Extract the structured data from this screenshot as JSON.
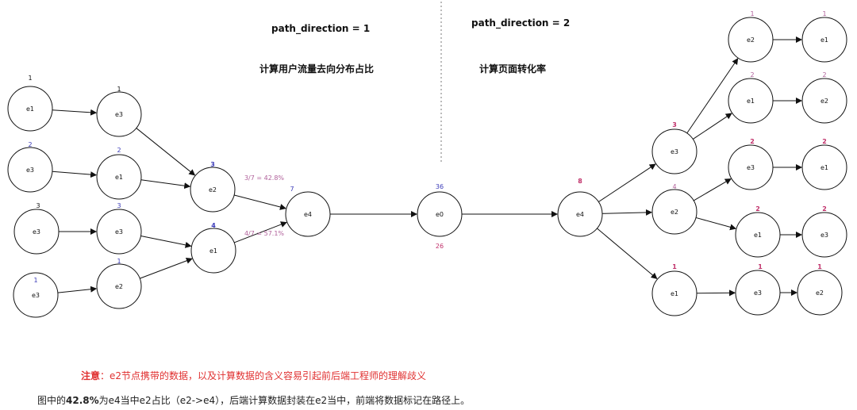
{
  "left_section": {
    "heading": "path_direction = 1",
    "subheading": "计算用户流量去向分布占比"
  },
  "right_section": {
    "heading": "path_direction = 2",
    "subheading": "计算页面转化率"
  },
  "colors": {
    "black": "#111111",
    "blue": "#3a3ab8",
    "pink": "#c0306a",
    "violet": "#b0609a",
    "note_red": "#e03030"
  },
  "nodes": [
    {
      "id": "L1_e1",
      "label": "e1",
      "count": "1",
      "count_color": "black"
    },
    {
      "id": "L1_e3a",
      "label": "e3",
      "count": "2",
      "count_color": "blue"
    },
    {
      "id": "L1_e3b",
      "label": "e3",
      "count": "3",
      "count_color": "black"
    },
    {
      "id": "L1_e3c",
      "label": "e3",
      "count": "1",
      "count_color": "blue"
    },
    {
      "id": "L2_e3a",
      "label": "e3",
      "count": "1",
      "count_color": "black"
    },
    {
      "id": "L2_e1",
      "label": "e1",
      "count": "2",
      "count_color": "blue"
    },
    {
      "id": "L2_e3b",
      "label": "e3",
      "count": "3",
      "count_color": "blue"
    },
    {
      "id": "L2_e2",
      "label": "e2",
      "count": "1",
      "count_color": "blue"
    },
    {
      "id": "L3_e2",
      "label": "e2",
      "count": "3",
      "count_color": "blue"
    },
    {
      "id": "L3_e1",
      "label": "e1",
      "count": "4",
      "count_color": "blue"
    },
    {
      "id": "L4_e4",
      "label": "e4",
      "count": "7",
      "count_color": "blue"
    },
    {
      "id": "C_e0",
      "label": "e0",
      "count": "36",
      "count_color": "blue",
      "count_below": "26"
    },
    {
      "id": "R1_e4",
      "label": "e4",
      "count": "8",
      "count_color": "pink"
    },
    {
      "id": "R2_e3",
      "label": "e3",
      "count": "3",
      "count_color": "pink"
    },
    {
      "id": "R2_e2",
      "label": "e2",
      "count": "4",
      "count_color": "violet"
    },
    {
      "id": "R2_e1",
      "label": "e1",
      "count": "1",
      "count_color": "pink"
    },
    {
      "id": "R3_e2",
      "label": "e2",
      "count": "1",
      "count_color": "violet"
    },
    {
      "id": "R3_e1",
      "label": "e1",
      "count": "2",
      "count_color": "violet"
    },
    {
      "id": "R3_e3",
      "label": "e3",
      "count": "2",
      "count_color": "pink"
    },
    {
      "id": "R3_e1b",
      "label": "e1",
      "count": "2",
      "count_color": "pink"
    },
    {
      "id": "R3_e3b",
      "label": "e3",
      "count": "1",
      "count_color": "pink"
    },
    {
      "id": "R4_e1",
      "label": "e1",
      "count": "1",
      "count_color": "violet"
    },
    {
      "id": "R4_e2",
      "label": "e2",
      "count": "2",
      "count_color": "violet"
    },
    {
      "id": "R4_e1b",
      "label": "e1",
      "count": "2",
      "count_color": "pink"
    },
    {
      "id": "R4_e3",
      "label": "e3",
      "count": "2",
      "count_color": "pink"
    },
    {
      "id": "R4_e2b",
      "label": "e2",
      "count": "1",
      "count_color": "pink"
    }
  ],
  "edges": [
    {
      "from": "L1_e1",
      "to": "L2_e3a"
    },
    {
      "from": "L1_e3a",
      "to": "L2_e1"
    },
    {
      "from": "L1_e3b",
      "to": "L2_e3b"
    },
    {
      "from": "L1_e3c",
      "to": "L2_e2"
    },
    {
      "from": "L2_e3a",
      "to": "L3_e2"
    },
    {
      "from": "L2_e1",
      "to": "L3_e2"
    },
    {
      "from": "L2_e3b",
      "to": "L3_e1"
    },
    {
      "from": "L2_e2",
      "to": "L3_e1"
    },
    {
      "from": "L3_e2",
      "to": "L4_e4",
      "label": "3/7 = 42.8%"
    },
    {
      "from": "L3_e1",
      "to": "L4_e4",
      "label": "4/7 = 57.1%"
    },
    {
      "from": "L4_e4",
      "to": "C_e0"
    },
    {
      "from": "C_e0",
      "to": "R1_e4"
    },
    {
      "from": "R1_e4",
      "to": "R2_e3"
    },
    {
      "from": "R1_e4",
      "to": "R2_e2"
    },
    {
      "from": "R1_e4",
      "to": "R2_e1"
    },
    {
      "from": "R2_e3",
      "to": "R3_e2"
    },
    {
      "from": "R2_e3",
      "to": "R3_e1"
    },
    {
      "from": "R2_e2",
      "to": "R3_e3"
    },
    {
      "from": "R2_e2",
      "to": "R3_e1b"
    },
    {
      "from": "R2_e1",
      "to": "R3_e3b"
    },
    {
      "from": "R3_e2",
      "to": "R4_e1"
    },
    {
      "from": "R3_e1",
      "to": "R4_e2"
    },
    {
      "from": "R3_e3",
      "to": "R4_e1b"
    },
    {
      "from": "R3_e1b",
      "to": "R4_e3"
    },
    {
      "from": "R3_e3b",
      "to": "R4_e2b"
    }
  ],
  "note": {
    "prefix": "注意",
    "text": "：e2节点携带的数据，以及计算数据的含义容易引起前后端工程师的理解歧义"
  },
  "caption": {
    "part1": "图中的",
    "highlight": "42.8%",
    "part2": "为e4当中e2占比（e2->e4），后端计算数据封装在e2当中，前端将数据标记在路径上。"
  }
}
